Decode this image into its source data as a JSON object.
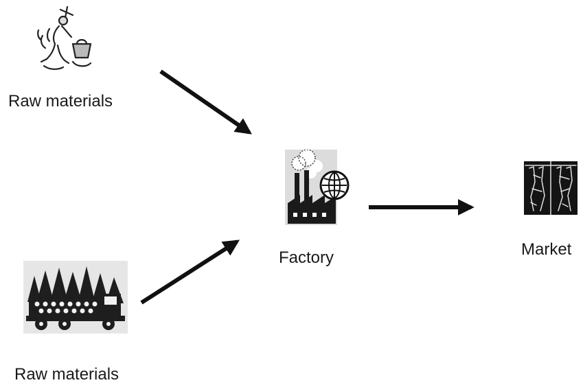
{
  "nodes": {
    "raw_top": {
      "label": "Raw materials",
      "icon": "miner-with-pickaxe-icon"
    },
    "raw_bottom": {
      "label": "Raw materials",
      "icon": "logging-truck-icon"
    },
    "factory": {
      "label": "Factory",
      "icon": "factory-with-globe-icon"
    },
    "market": {
      "label": "Market",
      "icon": "clothing-rack-icon"
    }
  },
  "edges": [
    {
      "from": "raw_top",
      "to": "factory"
    },
    {
      "from": "raw_bottom",
      "to": "factory"
    },
    {
      "from": "factory",
      "to": "market"
    }
  ],
  "colors": {
    "arrow": "#111111",
    "text": "#1a1a1a"
  }
}
